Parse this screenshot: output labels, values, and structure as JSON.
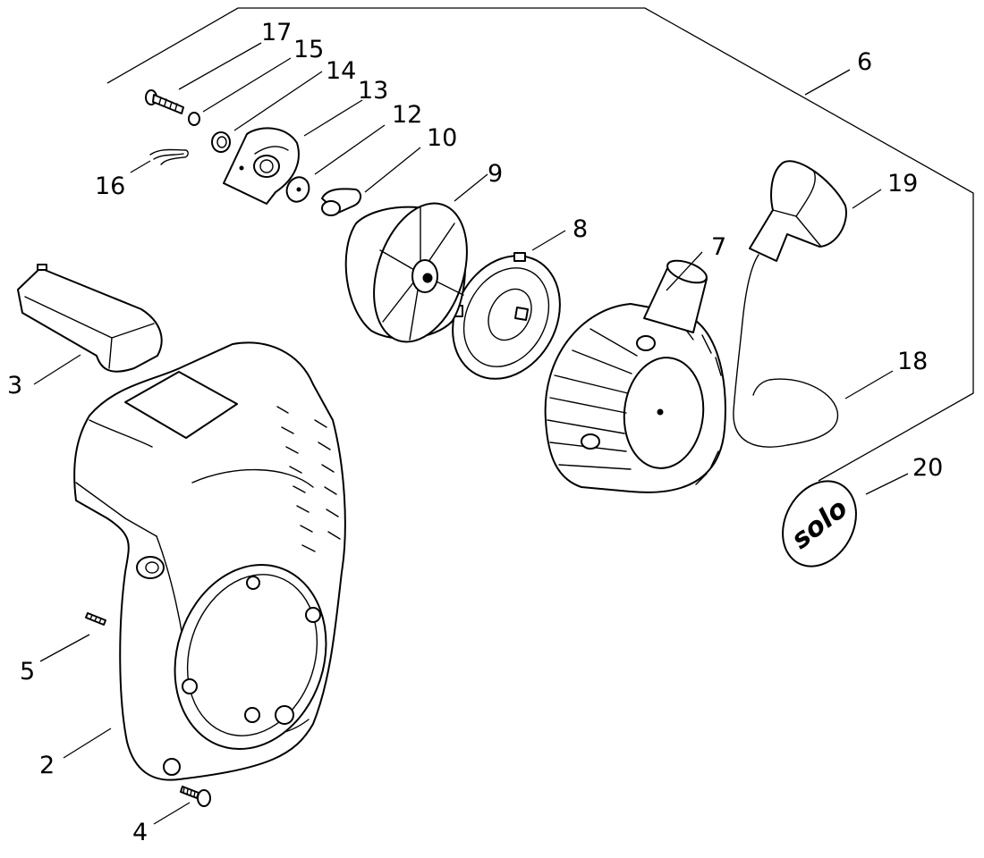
{
  "diagram": {
    "callouts": {
      "c2": "2",
      "c3": "3",
      "c4": "4",
      "c5": "5",
      "c6": "6",
      "c7": "7",
      "c8": "8",
      "c9": "9",
      "c10": "10",
      "c12": "12",
      "c13": "13",
      "c14": "14",
      "c15": "15",
      "c16": "16",
      "c17": "17",
      "c18": "18",
      "c19": "19",
      "c20": "20"
    },
    "logo_text": "solo"
  },
  "colors": {
    "line": "#000000",
    "background": "#ffffff"
  }
}
